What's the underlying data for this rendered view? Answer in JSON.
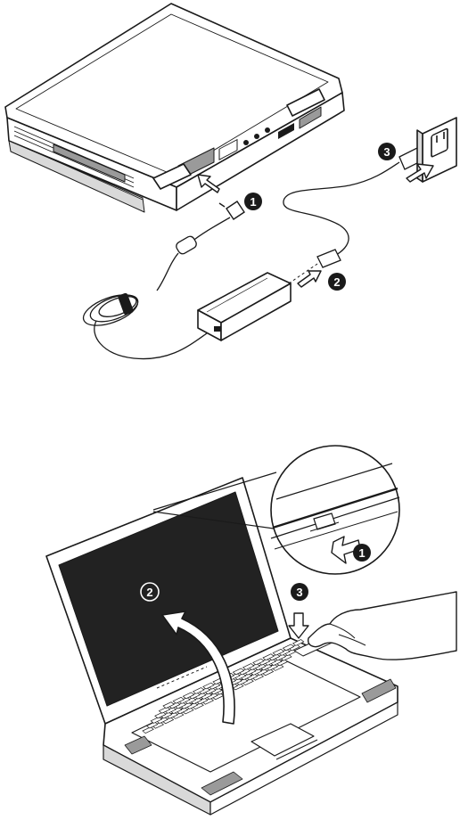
{
  "palette": {
    "ink": "#1a1a1a",
    "screen": "#222222",
    "paper": "#ffffff",
    "shade": "#9a9a9a",
    "light_shade": "#d9d9d9"
  },
  "step_markers": {
    "top": {
      "plug_into_laptop": "1",
      "plug_into_adapter": "2",
      "plug_into_outlet": "3"
    },
    "bottom": {
      "slide_latch": "1",
      "lift_lid": "2",
      "press_power": "3"
    }
  },
  "icons": [
    "laptop-rear-icon",
    "ac-adapter-icon",
    "power-cord-icon",
    "wall-outlet-icon",
    "open-laptop-icon",
    "latch-magnifier-icon",
    "hand-icon"
  ]
}
